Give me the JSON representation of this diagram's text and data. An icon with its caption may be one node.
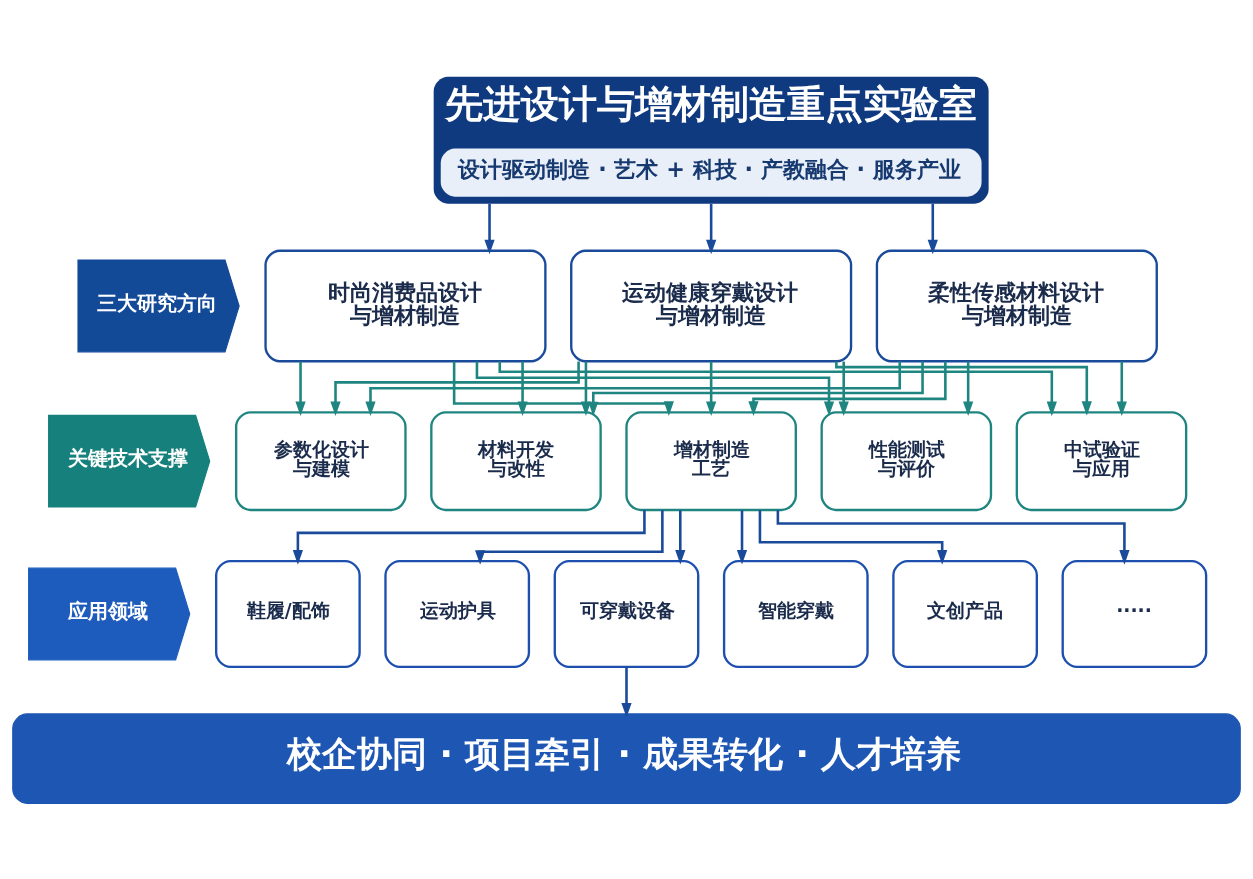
{
  "diagram": {
    "nodes": [
      {
        "text": [
          "先进设计与增材制造重点实验室",
          "设计驱动制造 · 艺术 + 科技 · 产教融合 · 服务产业"
        ]
      },
      {
        "text": [
          "三大研究方向"
        ]
      },
      {
        "text": [
          "时尚消费品设计与增材制造"
        ]
      },
      {
        "text": [
          "运动健康穿戴设计与增材制造"
        ]
      },
      {
        "text": [
          "柔性传感材料设计与增材制造"
        ]
      },
      {
        "text": [
          "关键技术支撑"
        ]
      },
      {
        "text": [
          "参数化设计与建模"
        ]
      },
      {
        "text": [
          "材料开发与改性"
        ]
      },
      {
        "text": [
          "增材制造工艺"
        ]
      },
      {
        "text": [
          "性能测试与评价"
        ]
      },
      {
        "text": [
          "中试验证与应用"
        ]
      },
      {
        "text": [
          "应用领域"
        ]
      },
      {
        "text": [
          "鞋履/配饰"
        ]
      },
      {
        "text": [
          "运动护具"
        ]
      },
      {
        "text": [
          "可穿戴设备"
        ]
      },
      {
        "text": [
          "智能穿戴"
        ]
      },
      {
        "text": [
          "文创产品"
        ]
      },
      {
        "text": [
          "·····"
        ]
      },
      {
        "text": [
          "校企协同 · 项目牵引 · 成果转化 · 人才培养"
        ]
      }
    ],
    "edges": [
      {
        "from": 0,
        "to": 2,
        "arrow": "to"
      },
      {
        "from": 0,
        "to": 3,
        "arrow": "to"
      },
      {
        "from": 0,
        "to": 4,
        "arrow": "to"
      },
      {
        "from": 2,
        "to": 6,
        "arrow": "to",
        "color": "#1f8580"
      },
      {
        "from": 2,
        "to": 7,
        "arrow": "to",
        "color": "#1f8580"
      },
      {
        "from": 2,
        "to": 8,
        "arrow": "to",
        "color": "#1f8580"
      },
      {
        "from": 2,
        "to": 9,
        "arrow": "to",
        "color": "#1f8580"
      },
      {
        "from": 2,
        "to": 10,
        "arrow": "to",
        "color": "#1f8580"
      },
      {
        "from": 3,
        "to": 6,
        "arrow": "to",
        "color": "#1f8580"
      },
      {
        "from": 3,
        "to": 7,
        "arrow": "to",
        "color": "#1f8580"
      },
      {
        "from": 3,
        "to": 8,
        "arrow": "to",
        "color": "#1f8580"
      },
      {
        "from": 3,
        "to": 9,
        "arrow": "to",
        "color": "#1f8580"
      },
      {
        "from": 3,
        "to": 10,
        "arrow": "to",
        "color": "#1f8580"
      },
      {
        "from": 4,
        "to": 6,
        "arrow": "to",
        "color": "#1f8580"
      },
      {
        "from": 4,
        "to": 7,
        "arrow": "to",
        "color": "#1f8580"
      },
      {
        "from": 4,
        "to": 8,
        "arrow": "to",
        "color": "#1f8580"
      },
      {
        "from": 4,
        "to": 9,
        "arrow": "to",
        "color": "#1f8580"
      },
      {
        "from": 4,
        "to": 10,
        "arrow": "to",
        "color": "#1f8580"
      },
      {
        "from": 8,
        "to": 12,
        "arrow": "to"
      },
      {
        "from": 8,
        "to": 13,
        "arrow": "to"
      },
      {
        "from": 8,
        "to": 14,
        "arrow": "to"
      },
      {
        "from": 8,
        "to": 15,
        "arrow": "to"
      },
      {
        "from": 8,
        "to": 16,
        "arrow": "to"
      },
      {
        "from": 8,
        "to": 17,
        "arrow": "to"
      },
      {
        "from": 14,
        "to": 18,
        "arrow": "to"
      }
    ]
  }
}
